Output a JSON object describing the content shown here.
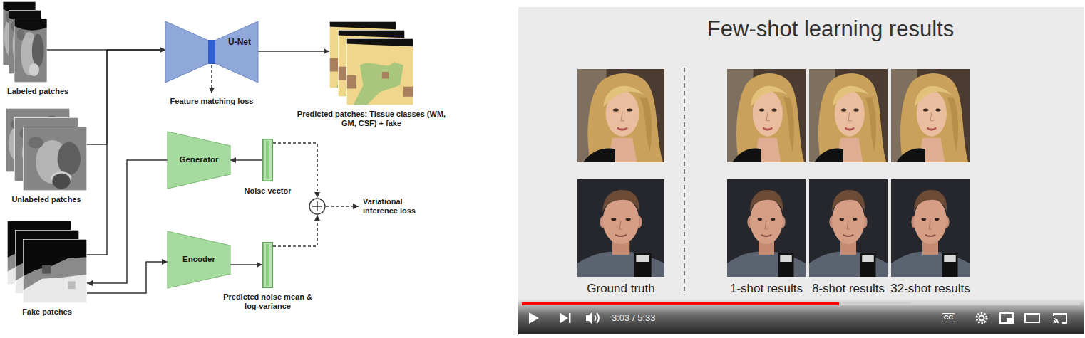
{
  "diagram": {
    "title": "Few-shot learning results",
    "nodes": [
      {
        "text": [
          "Labeled patches"
        ]
      },
      {
        "text": [
          "Unlabeled patches"
        ]
      },
      {
        "text": [
          "Fake patches"
        ]
      },
      {
        "text": [
          "U-Net"
        ]
      },
      {
        "text": [
          "Predicted patches: Tissue classes (WM, GM, CSF) + fake"
        ]
      },
      {
        "text": [
          "Generator"
        ]
      },
      {
        "text": [
          "Noise vector"
        ]
      },
      {
        "text": [
          "Encoder"
        ]
      },
      {
        "text": [
          "Predicted noise mean & log-variance"
        ]
      },
      {
        "text": [
          "Variational inference loss"
        ]
      }
    ],
    "edges": [
      {
        "from": 0,
        "to": 3,
        "arrow": "to"
      },
      {
        "from": 1,
        "to": 3,
        "arrow": "to"
      },
      {
        "from": 2,
        "to": 3,
        "arrow": "to"
      },
      {
        "from": 3,
        "to": 4,
        "arrow": "to"
      },
      {
        "from": 6,
        "to": 5,
        "arrow": "to"
      },
      {
        "from": 5,
        "to": 2,
        "arrow": "to"
      },
      {
        "from": 2,
        "to": 7,
        "arrow": "to"
      },
      {
        "from": 7,
        "to": 8,
        "arrow": "to"
      },
      {
        "from": 6,
        "to": 9,
        "arrow": "to"
      },
      {
        "from": 8,
        "to": 9,
        "arrow": "to"
      }
    ],
    "labels": [
      "Feature matching loss",
      "Ground truth",
      "1-shot results",
      "8-shot results",
      "32-shot results",
      "3:03 / 5:33",
      "CC"
    ]
  }
}
